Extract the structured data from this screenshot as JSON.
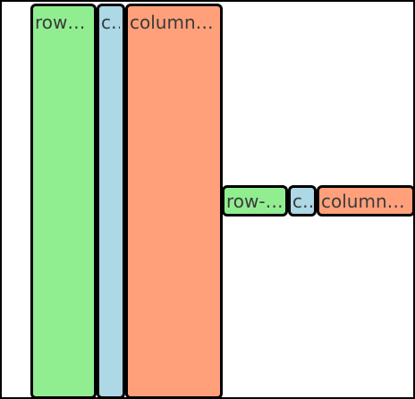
{
  "colors": {
    "green": "#90ee90",
    "blue": "#add8e6",
    "salmon": "#ffa07a",
    "border": "#000000"
  },
  "left_group": {
    "item1": "row-reverse",
    "item2": "column",
    "item3": "column-reverse"
  },
  "right_group": {
    "item1": "row-reverse",
    "item2": "column",
    "item3": "column-reverse"
  }
}
